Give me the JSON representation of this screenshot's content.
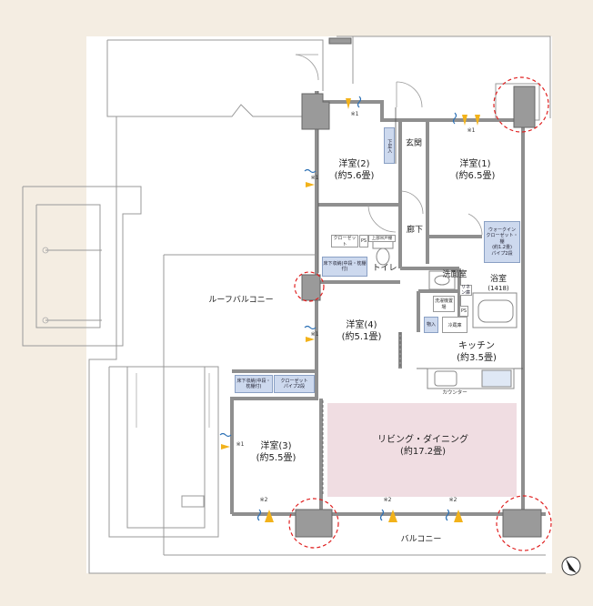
{
  "rooms": {
    "western2": {
      "name": "洋室(2)",
      "size": "(約5.6畳)"
    },
    "western1": {
      "name": "洋室(1)",
      "size": "(約6.5畳)"
    },
    "western4": {
      "name": "洋室(4)",
      "size": "(約5.1畳)"
    },
    "western3": {
      "name": "洋室(3)",
      "size": "(約5.5畳)"
    },
    "entrance": "玄関",
    "hallway": "廊下",
    "toilet": "トイレ",
    "washroom": "洗面室",
    "bath": {
      "name": "浴室",
      "size": "(1418)"
    },
    "kitchen": {
      "name": "キッチン",
      "size": "(約3.5畳)"
    },
    "living": {
      "name": "リビング・ダイニング",
      "size": "(約17.2畳)"
    },
    "roof_balcony": "ルーフバルコニー",
    "balcony": "バルコニー"
  },
  "storage": {
    "closet2": "クローゼット",
    "ps_top": "PS",
    "toilet_shelf": "上部吊戸棚",
    "under_bed2": "床下収納(中段・枕棚付)",
    "walkin_title": "ウォークイン",
    "walkin_sub": "クローゼット・棚",
    "walkin_size": "(約1.2畳)",
    "walkin_pipe": "パイプ2段",
    "shoe": "下足入",
    "linen": "リネン庫",
    "wash_shelf": "洗濯機置場",
    "ps_mid": "PS",
    "fridge": "冷蔵庫",
    "storage_in": "物入",
    "counter": "カウンター",
    "under3": "床下収納(中段・枕棚付)",
    "closet3": "クローゼット",
    "pipe3": "パイプ2段"
  },
  "notes": {
    "vent1": "※1",
    "vent2": "※2"
  },
  "colors": {
    "background": "#f4ede2",
    "wall": "#8f8f8f",
    "living_fill": "#f0dde2",
    "storage_fill": "#cdd9ee",
    "highlight_circle": "#e02020",
    "window": "#f2b21a"
  }
}
